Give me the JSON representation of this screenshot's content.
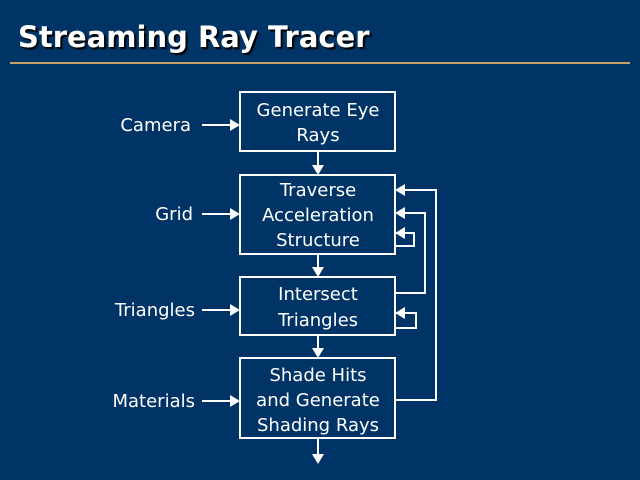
{
  "title": "Streaming Ray Tracer",
  "inputs": [
    "Camera",
    "Grid",
    "Triangles",
    "Materials"
  ],
  "stages": [
    [
      "Generate Eye",
      "Rays"
    ],
    [
      "Traverse",
      "Acceleration",
      "Structure"
    ],
    [
      "Intersect",
      "Triangles"
    ],
    [
      "Shade Hits",
      "and Generate",
      "Shading Rays"
    ]
  ],
  "colors": {
    "background": "#003466",
    "rule": "#c8a262",
    "foreground": "#ffffff"
  }
}
